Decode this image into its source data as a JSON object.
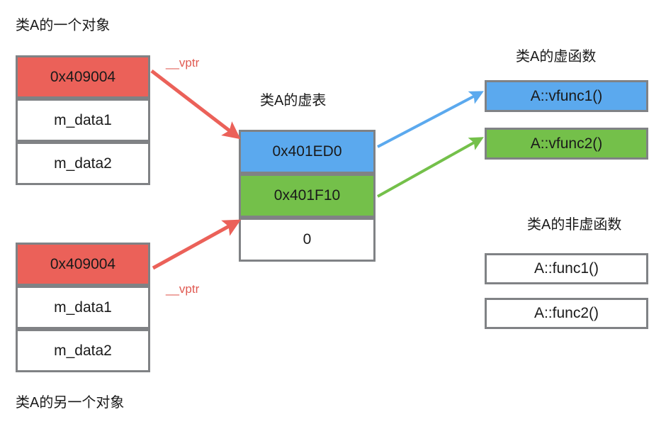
{
  "diagram": {
    "title_object_one": "类A的一个对象",
    "title_object_two": "类A的另一个对象",
    "title_vtable": "类A的虚表",
    "title_virtual_functions": "类A的虚函数",
    "title_nonvirtual_functions": "类A的非虚函数",
    "vptr_label_top": "__vptr",
    "vptr_label_bottom": "__vptr"
  },
  "object_one": {
    "vptr_value": "0x409004",
    "member_1": "m_data1",
    "member_2": "m_data2"
  },
  "object_two": {
    "vptr_value": "0x409004",
    "member_1": "m_data1",
    "member_2": "m_data2"
  },
  "vtable": {
    "slot_1": "0x401ED0",
    "slot_2": "0x401F10",
    "slot_3": "0"
  },
  "virtual_functions": {
    "vfunc_1": "A::vfunc1()",
    "vfunc_2": "A::vfunc2()"
  },
  "nonvirtual_functions": {
    "func_1": "A::func1()",
    "func_2": "A::func2()"
  },
  "colors": {
    "red": "#eb6159",
    "blue": "#5ba9ee",
    "green": "#74c04a",
    "border": "#808285",
    "text": "#1a1a1a",
    "vptr_text": "#e05a52"
  }
}
